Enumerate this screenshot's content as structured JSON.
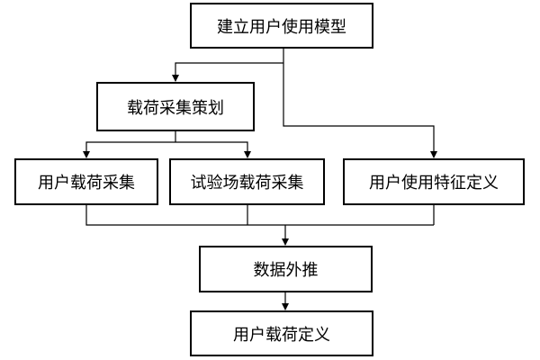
{
  "diagram": {
    "nodes": {
      "build_model": "建立用户使用模型",
      "plan": "载荷采集策划",
      "user_load": "用户载荷采集",
      "test_load": "试验场载荷采集",
      "usage_feature": "用户使用特征定义",
      "extrapolate": "数据外推",
      "load_def": "用户载荷定义"
    },
    "edges": [
      {
        "from": "build_model",
        "to": "plan"
      },
      {
        "from": "build_model",
        "to": "usage_feature"
      },
      {
        "from": "plan",
        "to": "user_load"
      },
      {
        "from": "plan",
        "to": "test_load"
      },
      {
        "from": "user_load",
        "to": "extrapolate"
      },
      {
        "from": "test_load",
        "to": "extrapolate"
      },
      {
        "from": "usage_feature",
        "to": "extrapolate"
      },
      {
        "from": "extrapolate",
        "to": "load_def"
      }
    ]
  }
}
